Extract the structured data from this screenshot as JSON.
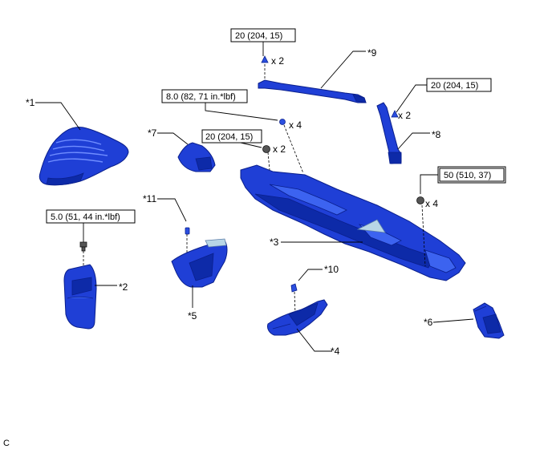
{
  "parts": {
    "p1": "*1",
    "p2": "*2",
    "p3": "*3",
    "p4": "*4",
    "p5": "*5",
    "p6": "*6",
    "p7": "*7",
    "p8": "*8",
    "p9": "*9",
    "p10": "*10",
    "p11": "*11"
  },
  "torque": {
    "t_top": "20 (204, 15)",
    "t_8": "20 (204, 15)",
    "t_mid_lbf": "8.0 (82, 71 in.*lbf)",
    "t_mid": "20 (204, 15)",
    "t_50": "50 (510, 37)",
    "t_5": "5.0 (51, 44 in.*lbf)"
  },
  "qty": {
    "q_top": "x 2",
    "q_8": "x 2",
    "q_mid4": "x 4",
    "q_mid2": "x 2",
    "q_50": "x 4"
  },
  "footer": {
    "code": "C"
  },
  "colors": {
    "part": "#1f3fd6",
    "part_light": "#3c63f0",
    "outline": "#0a1f8c"
  }
}
